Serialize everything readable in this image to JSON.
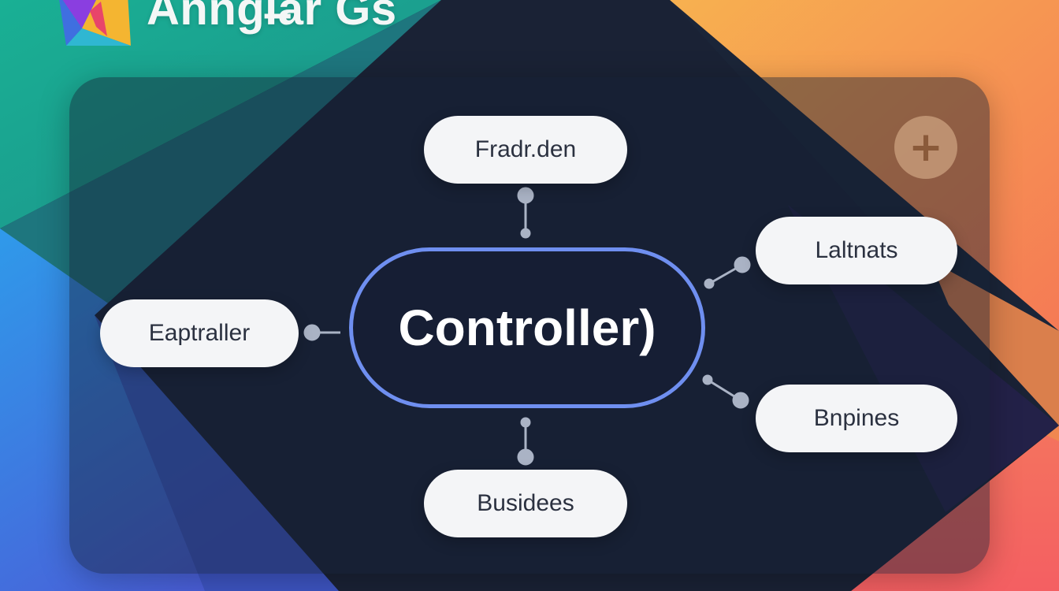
{
  "brand": {
    "title": "Anngl̶ar Gs",
    "logo_icon": "angular-logo-icon"
  },
  "diagram": {
    "center": {
      "label": "Controller)"
    },
    "nodes": {
      "top": "Fradr.den",
      "left": "Eaptraller",
      "right_upper": "Laltnats",
      "right_lower": "Bnpines",
      "bottom": "Busidees"
    }
  },
  "add_button": {
    "icon": "plus-icon",
    "label": "+"
  },
  "colors": {
    "teal": "#1fae96",
    "orange": "#f7a24f",
    "blue": "#3a8fe8",
    "coral": "#f56a5e",
    "navy": "#1a2235",
    "center_border": "#6f8ff0",
    "connector": "#aab3c5"
  }
}
